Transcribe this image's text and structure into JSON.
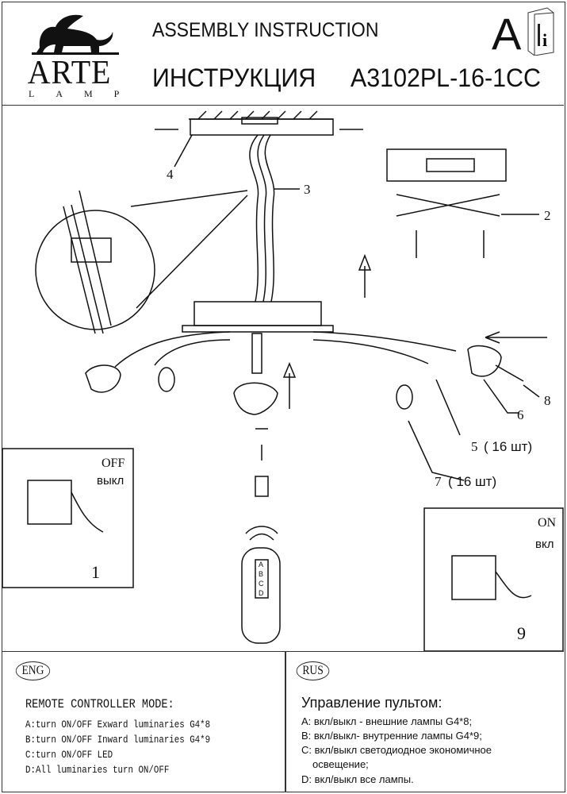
{
  "header": {
    "logo_word": "ARTE",
    "logo_sub": "LAMP",
    "title_en": "ASSEMBLY INSTRUCTION",
    "title_ru": "ИНСТРУКЦИЯ",
    "model": "A3102PL-16-1CC",
    "section_letter": "A",
    "manual_icon": "info-book-icon"
  },
  "diagram": {
    "labels": {
      "part1": "1",
      "part2": "2",
      "part3": "3",
      "part4": "4",
      "part5": "5",
      "part5_qty": "( 16  шт)",
      "part6": "6",
      "part7": "7",
      "part7_qty": "( 16  шт)",
      "part8": "8",
      "part9": "9"
    },
    "switch_off": {
      "en": "OFF",
      "ru": "выкл"
    },
    "switch_on": {
      "en": "ON",
      "ru": "вкл"
    },
    "remote_buttons": [
      "A",
      "B",
      "C",
      "D"
    ]
  },
  "english": {
    "badge": "ENG",
    "title": "REMOTE CONTROLLER MODE:",
    "lines": [
      "A:turn ON/OFF Exward luminaries G4*8",
      "B:turn ON/OFF Inward luminaries G4*9",
      "C:turn ON/OFF LED",
      "D:All luminaries turn ON/OFF"
    ]
  },
  "russian": {
    "badge": "RUS",
    "title": "Управление пультом:",
    "lines": [
      "A: вкл/выкл - внешние лампы G4*8;",
      "B: вкл/выкл- внутренние лампы G4*9;",
      "C: вкл/выкл светодиодное экономичное",
      "освещение;",
      "D: вкл/выкл все лампы."
    ]
  }
}
